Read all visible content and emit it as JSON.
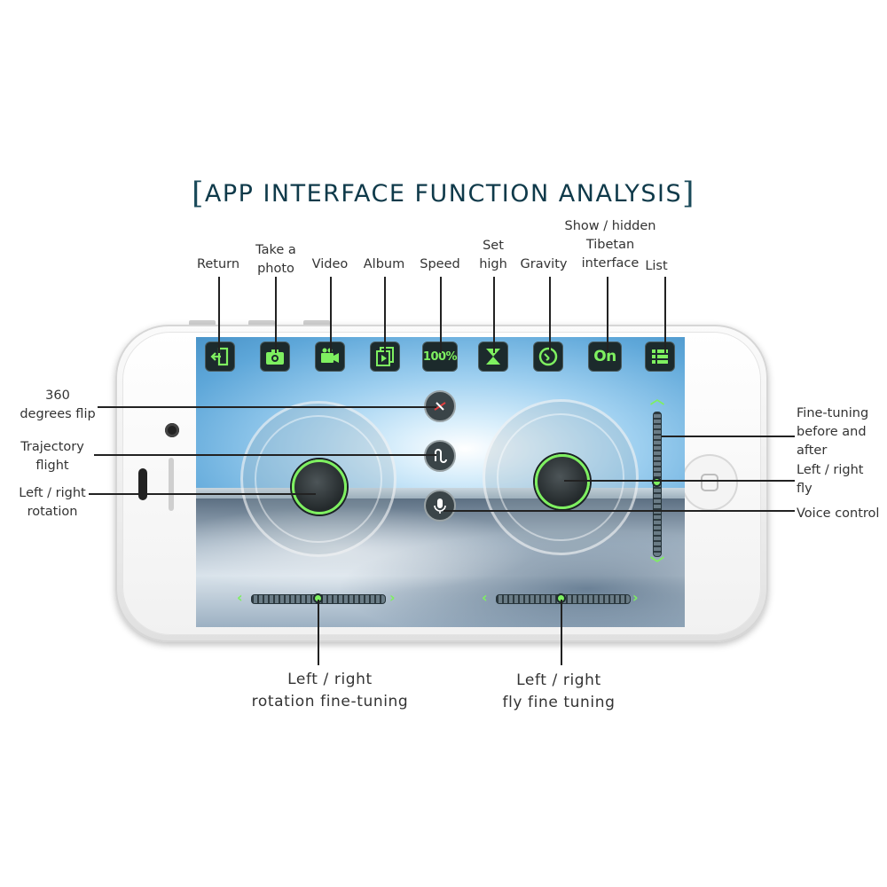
{
  "title": {
    "open_bracket": "[",
    "text": "APP INTERFACE FUNCTION ANALYSIS",
    "close_bracket": "]"
  },
  "top_labels": {
    "return": "Return",
    "take_photo_1": "Take a",
    "take_photo_2": "photo",
    "video": "Video",
    "album": "Album",
    "speed": "Speed",
    "set_high_1": "Set",
    "set_high_2": "high",
    "gravity": "Gravity",
    "tibetan_1": "Show / hidden",
    "tibetan_2": "Tibetan",
    "tibetan_3": "interface",
    "list": "List"
  },
  "left_labels": {
    "flip_1": "360",
    "flip_2": "degrees flip",
    "trajectory_1": "Trajectory",
    "trajectory_2": "flight",
    "rotation_1": "Left / right",
    "rotation_2": "rotation"
  },
  "right_labels": {
    "finetune_1": "Fine-tuning",
    "finetune_2": "before and",
    "finetune_3": "after",
    "fly_1": "Left / right",
    "fly_2": "fly",
    "voice": "Voice control"
  },
  "bottom_labels": {
    "rot_fine_1": "Left / right",
    "rot_fine_2": "rotation fine-tuning",
    "fly_fine_1": "Left / right",
    "fly_fine_2": "fly fine tuning"
  },
  "toolbar": {
    "speed_value": "100%",
    "tibetan_value": "On"
  },
  "colors": {
    "accent": "#7ef060",
    "button_bg": "#1c2a2c",
    "title": "#0f3a4a"
  },
  "icons": [
    "return-icon",
    "camera-icon",
    "video-icon",
    "album-icon",
    "hourglass-icon",
    "gravity-icon",
    "list-icon",
    "flip-icon",
    "trajectory-icon",
    "microphone-icon"
  ]
}
